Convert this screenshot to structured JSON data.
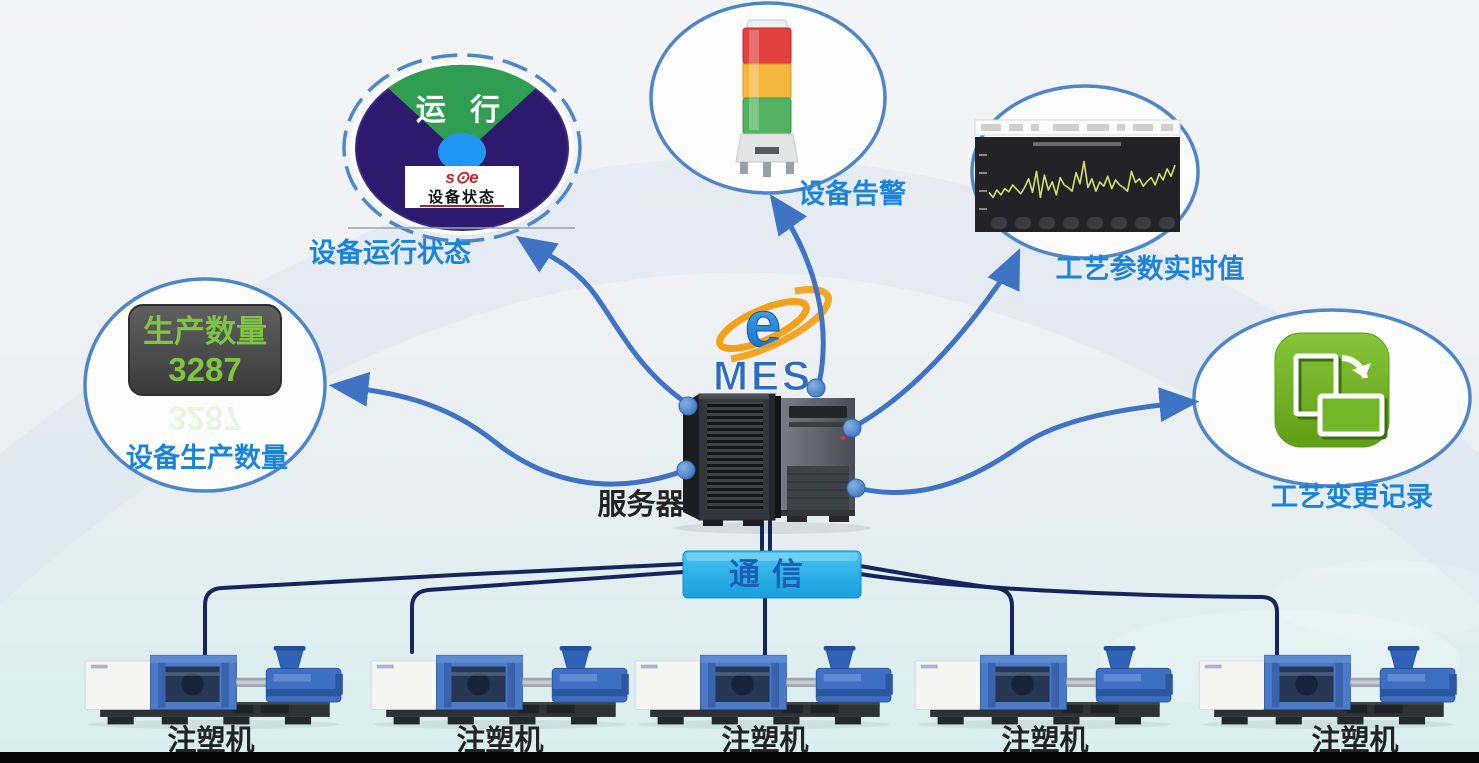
{
  "nodes": {
    "status": {
      "label": "设备运行状态",
      "gauge_text": "运 行",
      "brand_text": "s⊙e",
      "brand_sub": "设备状态"
    },
    "alarm": {
      "label": "设备告警"
    },
    "params": {
      "label": "工艺参数实时值"
    },
    "change": {
      "label": "工艺变更记录"
    },
    "production": {
      "label": "设备生产数量",
      "panel_title": "生产数量",
      "panel_value": "3287"
    },
    "server": {
      "label": "服务器",
      "system_name": "MES",
      "logo_letter": "e"
    },
    "comm": {
      "label": "通信"
    },
    "machine": {
      "label": "注塑机",
      "count": 5
    }
  },
  "chart_data": {
    "type": "line",
    "title": "",
    "xlabel": "",
    "ylabel": "",
    "ylim": [
      0,
      100
    ],
    "values": [
      38,
      30,
      42,
      34,
      44,
      39,
      50,
      43,
      36,
      46,
      60,
      38,
      72,
      30,
      66,
      42,
      55,
      34,
      62,
      50,
      46,
      40,
      70,
      52,
      88,
      46,
      60,
      40,
      55,
      48,
      64,
      44,
      58,
      50,
      46,
      40,
      72,
      54,
      60,
      48,
      56,
      62,
      50,
      68,
      58,
      76,
      64,
      82
    ],
    "line_color": "#d5e06a",
    "panel_bg": "#232327",
    "legend": "off",
    "grid": "off"
  },
  "colors": {
    "node_label": "#1b84d8",
    "arrow": "#3f74c4",
    "connector": "#17255f",
    "bubble_border": "#4f86c6",
    "comm_box": "#29abe2",
    "comm_text": "#1a5fb4",
    "panel_value_green": "#7ec63f",
    "gauge_bg": "#2c1a6e",
    "gauge_wedge": "#2f9e53",
    "icon_green": "#76b82a",
    "alarm_red": "#e34040",
    "alarm_amber": "#f4b63a",
    "alarm_green": "#53b362"
  }
}
